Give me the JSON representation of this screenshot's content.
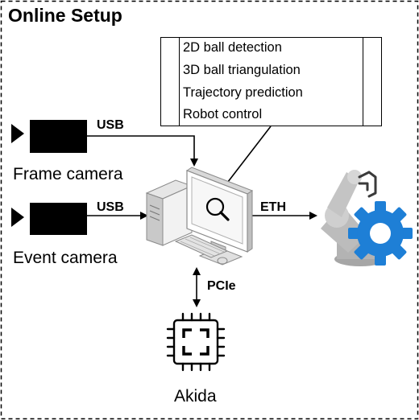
{
  "title": "Online Setup",
  "tasks": [
    "2D ball detection",
    "3D ball triangulation",
    "Trajectory prediction",
    "Robot control"
  ],
  "devices": {
    "frame_camera": "Frame camera",
    "event_camera": "Event camera",
    "akida": "Akida"
  },
  "connections": {
    "usb_frame": "USB",
    "usb_event": "USB",
    "eth": "ETH",
    "pcie": "PCIe"
  },
  "icons": [
    "frame-camera-icon",
    "event-camera-icon",
    "computer-icon",
    "robot-arm-icon",
    "gear-icon",
    "chip-icon"
  ],
  "colors": {
    "gear": "#1E7FD6",
    "robot": "#B8B8B8",
    "border": "#000000"
  }
}
